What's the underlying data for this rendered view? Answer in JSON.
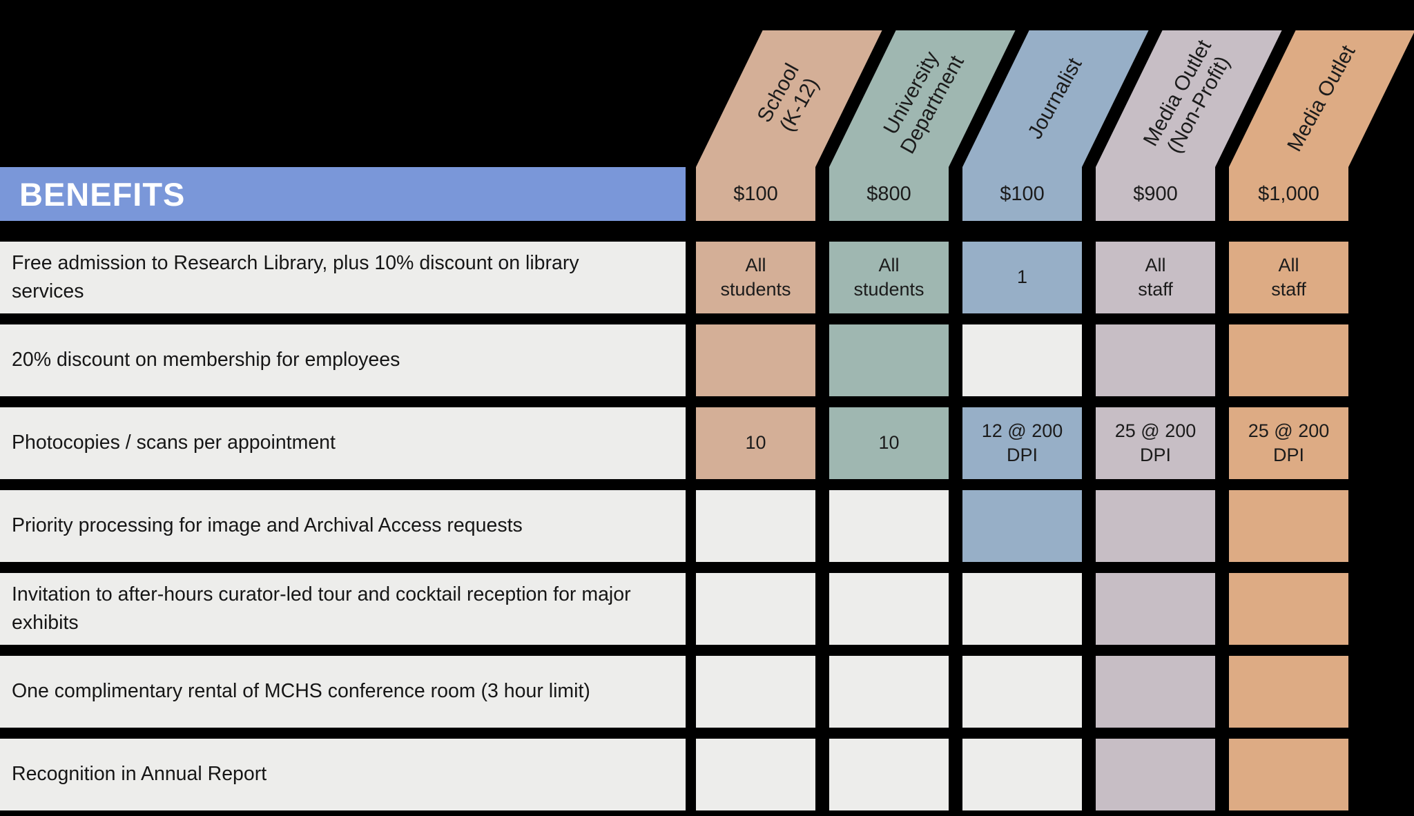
{
  "benefits_header": {
    "label": "BENEFITS",
    "color": "#7A97D9",
    "text_color": "#FFFFFF"
  },
  "empty_cell_color": "#EDEDEB",
  "background_color": "#000000",
  "columns": [
    {
      "id": "school-k12",
      "label": "School\n(K-12)",
      "price": "$100",
      "color": "#D4AF97"
    },
    {
      "id": "university-department",
      "label": "University\nDepartment",
      "price": "$800",
      "color": "#9FB7B1"
    },
    {
      "id": "journalist",
      "label": "Journalist",
      "price": "$100",
      "color": "#97AFC7"
    },
    {
      "id": "media-outlet-nonprofit",
      "label": "Media Outlet\n(Non-Profit)",
      "price": "$900",
      "color": "#C7BEC5"
    },
    {
      "id": "media-outlet",
      "label": "Media Outlet",
      "price": "$1,000",
      "color": "#DDAB84"
    }
  ],
  "rows": [
    {
      "label": "Free admission to Research Library, plus 10% discount on library services",
      "cells": [
        {
          "included": true,
          "text": "All\nstudents"
        },
        {
          "included": true,
          "text": "All\nstudents"
        },
        {
          "included": true,
          "text": "1"
        },
        {
          "included": true,
          "text": "All\nstaff"
        },
        {
          "included": true,
          "text": "All\nstaff"
        }
      ]
    },
    {
      "label": "20% discount on membership for employees",
      "cells": [
        {
          "included": true,
          "text": ""
        },
        {
          "included": true,
          "text": ""
        },
        {
          "included": false,
          "text": ""
        },
        {
          "included": true,
          "text": ""
        },
        {
          "included": true,
          "text": ""
        }
      ]
    },
    {
      "label": "Photocopies / scans per appointment",
      "cells": [
        {
          "included": true,
          "text": "10"
        },
        {
          "included": true,
          "text": "10"
        },
        {
          "included": true,
          "text": "12 @ 200\nDPI"
        },
        {
          "included": true,
          "text": "25 @ 200\nDPI"
        },
        {
          "included": true,
          "text": "25 @ 200\nDPI"
        }
      ]
    },
    {
      "label": "Priority processing for image and Archival Access requests",
      "cells": [
        {
          "included": false,
          "text": ""
        },
        {
          "included": false,
          "text": ""
        },
        {
          "included": true,
          "text": ""
        },
        {
          "included": true,
          "text": ""
        },
        {
          "included": true,
          "text": ""
        }
      ]
    },
    {
      "label": "Invitation to after-hours curator-led tour and cocktail reception for major exhibits",
      "cells": [
        {
          "included": false,
          "text": ""
        },
        {
          "included": false,
          "text": ""
        },
        {
          "included": false,
          "text": ""
        },
        {
          "included": true,
          "text": ""
        },
        {
          "included": true,
          "text": ""
        }
      ]
    },
    {
      "label": "One complimentary rental of MCHS conference room (3 hour limit)",
      "cells": [
        {
          "included": false,
          "text": ""
        },
        {
          "included": false,
          "text": ""
        },
        {
          "included": false,
          "text": ""
        },
        {
          "included": true,
          "text": ""
        },
        {
          "included": true,
          "text": ""
        }
      ]
    },
    {
      "label": "Recognition in Annual Report",
      "cells": [
        {
          "included": false,
          "text": ""
        },
        {
          "included": false,
          "text": ""
        },
        {
          "included": false,
          "text": ""
        },
        {
          "included": true,
          "text": ""
        },
        {
          "included": true,
          "text": ""
        }
      ]
    }
  ]
}
